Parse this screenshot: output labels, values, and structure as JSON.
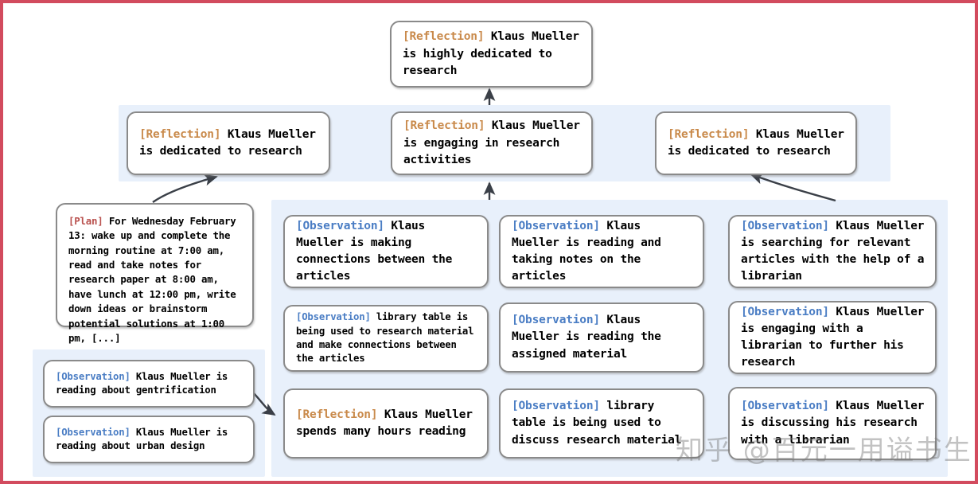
{
  "figure": {
    "border_color": "#d24b5e",
    "panel_color": "#e8f0fb",
    "node_border_color": "#8a8a8a",
    "tag_colors": {
      "reflection": "#c98a4b",
      "plan": "#b9514e",
      "observation": "#4a7dc4"
    }
  },
  "watermark": {
    "text": "知乎 @百元一用谥书生"
  },
  "nodes": {
    "top_reflection": {
      "tag": "[Reflection]",
      "text": " Klaus Mueller is highly dedicated to research"
    },
    "mid_reflection_left": {
      "tag": "[Reflection]",
      "text": " Klaus Mueller is dedicated to research"
    },
    "mid_reflection_center": {
      "tag": "[Reflection]",
      "text": " Klaus Mueller is engaging in research activities"
    },
    "mid_reflection_right": {
      "tag": "[Reflection]",
      "text": " Klaus Mueller is dedicated to research"
    },
    "plan": {
      "tag": "[Plan]",
      "text": " For Wednesday February 13: wake up and complete the morning routine at 7:00 am, read and take notes for research paper at 8:00 am, have lunch at 12:00 pm, write down ideas or brainstorm potential solutions at 1:00 pm, [...]"
    },
    "obs_left_1": {
      "tag": "[Observation]",
      "text": " Klaus Mueller is reading about gentrification"
    },
    "obs_left_2": {
      "tag": "[Observation]",
      "text": " Klaus Mueller is reading about urban design"
    },
    "obs_col1_1": {
      "tag": "[Observation]",
      "text": " Klaus Mueller is making connections between the articles"
    },
    "obs_col1_2": {
      "tag": "[Observation]",
      "text": " library table is being used to research material and make connections between the articles"
    },
    "obs_col1_3": {
      "tag": "[Reflection]",
      "text": " Klaus Mueller spends many hours reading"
    },
    "obs_col2_1": {
      "tag": "[Observation]",
      "text": " Klaus Mueller is reading and taking notes on the articles"
    },
    "obs_col2_2": {
      "tag": "[Observation]",
      "text": " Klaus Mueller is reading the assigned material"
    },
    "obs_col2_3": {
      "tag": "[Observation]",
      "text": " library table is being used to discuss research material"
    },
    "obs_col3_1": {
      "tag": "[Observation]",
      "text": " Klaus Mueller is searching for relevant articles with the help of a librarian"
    },
    "obs_col3_2": {
      "tag": "[Observation]",
      "text": " Klaus Mueller is engaging with a librarian to further his research"
    },
    "obs_col3_3": {
      "tag": "[Observation]",
      "text": " Klaus Mueller is discussing his research with a librarian"
    }
  }
}
